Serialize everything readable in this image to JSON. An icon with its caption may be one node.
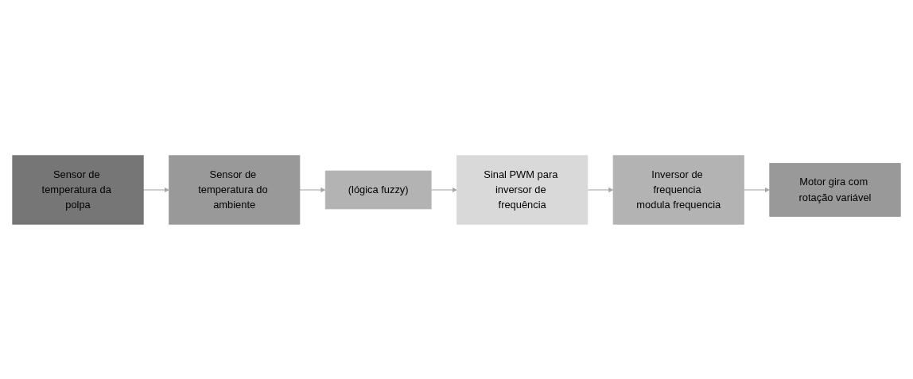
{
  "diagram": {
    "nodes": [
      {
        "text": [
          "Sensor de temperatura da polpa"
        ]
      },
      {
        "text": [
          "Sensor de temperatura do ambiente"
        ]
      },
      {
        "text": [
          "(lógica fuzzy)"
        ]
      },
      {
        "text": [
          "Sinal PWM para inversor de frequência"
        ]
      },
      {
        "text": [
          "Inversor de frequencia modula frequencia"
        ]
      },
      {
        "text": [
          "Motor gira com rotação variável"
        ]
      }
    ],
    "edges": [
      {
        "from": 0,
        "to": 1,
        "arrow": "to"
      },
      {
        "from": 1,
        "to": 2,
        "arrow": "to"
      },
      {
        "from": 2,
        "to": 3,
        "arrow": "to"
      },
      {
        "from": 3,
        "to": 4,
        "arrow": "to"
      },
      {
        "from": 4,
        "to": 5,
        "arrow": "to"
      }
    ]
  }
}
